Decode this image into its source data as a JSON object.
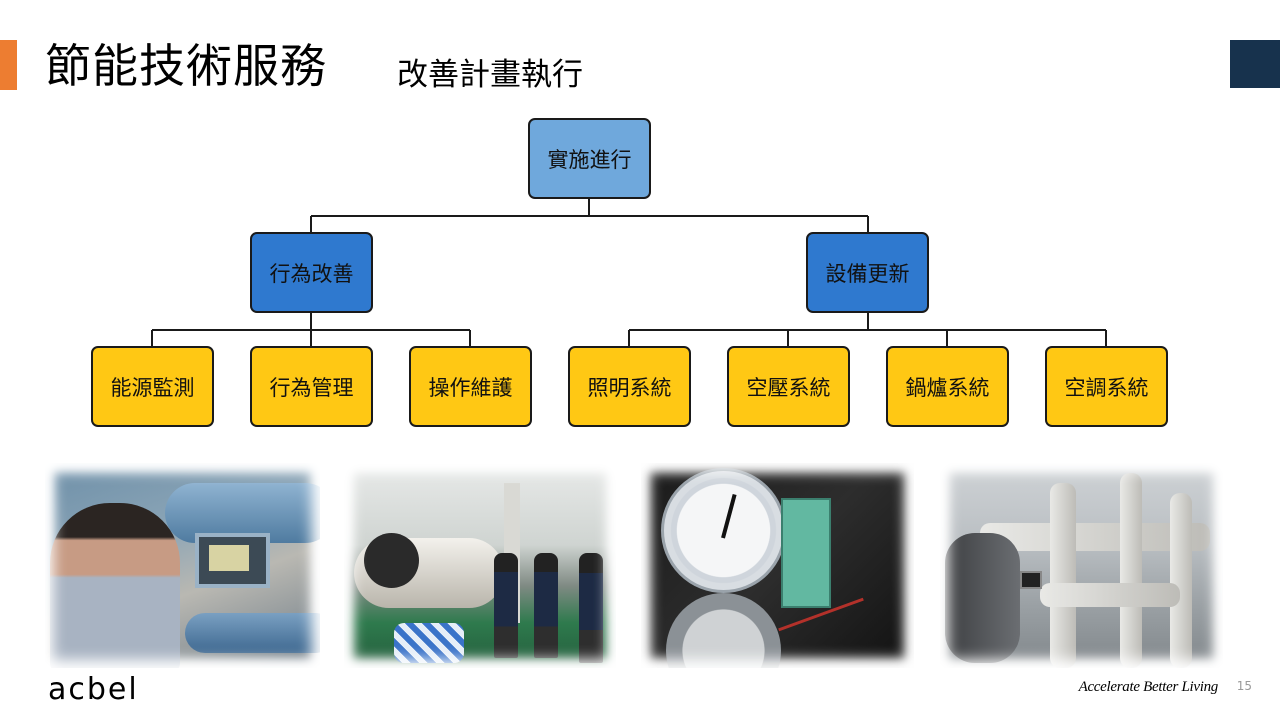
{
  "header": {
    "title": "節能技術服務",
    "subtitle": "改善計畫執行"
  },
  "diagram": {
    "root": "實施進行",
    "branches": [
      {
        "label": "行為改善",
        "children": [
          "能源監測",
          "行為管理",
          "操作維護"
        ]
      },
      {
        "label": "設備更新",
        "children": [
          "照明系統",
          "空壓系統",
          "鍋爐系統",
          "空調系統"
        ]
      }
    ]
  },
  "colors": {
    "root": "#6fa8dc",
    "branch": "#2f79cf",
    "leaf": "#ffc814",
    "accent": "#ed7d31",
    "corner": "#17324d"
  },
  "footer": {
    "logo": "acbel",
    "tagline": "Accelerate Better Living",
    "page_number": "15"
  }
}
